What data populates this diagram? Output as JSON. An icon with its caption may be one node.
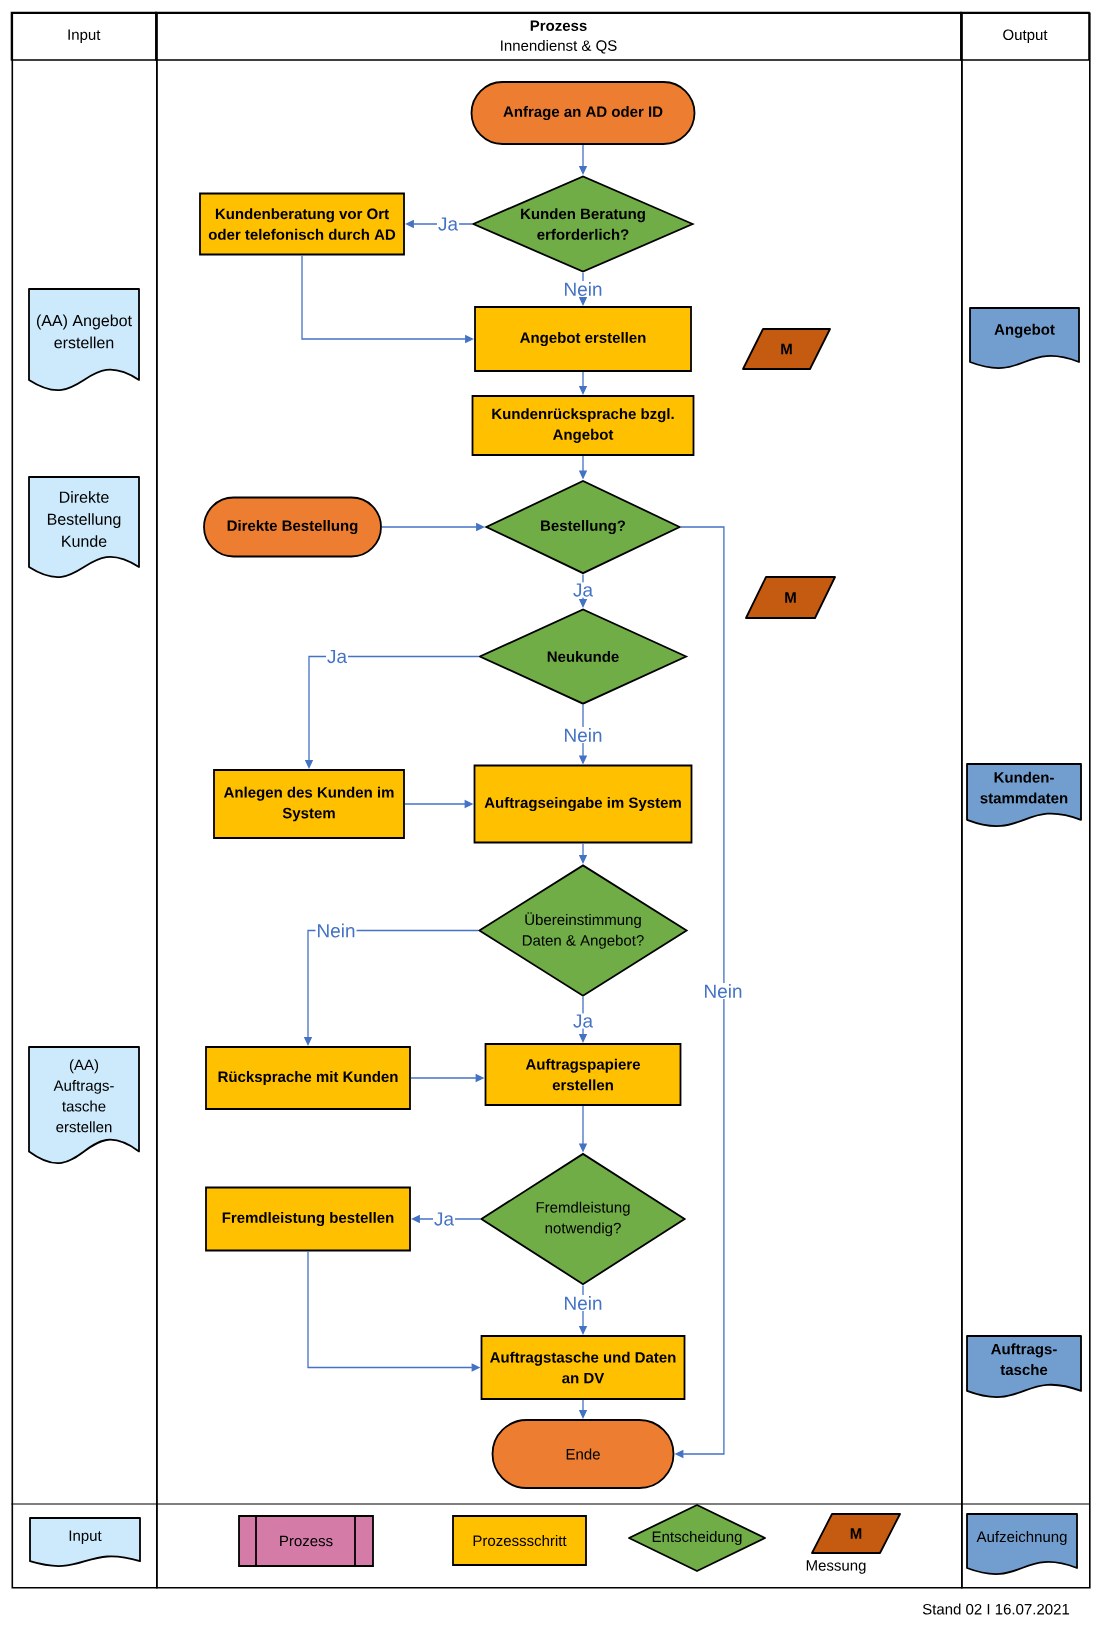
{
  "diagram": {
    "nodes": [
      {
        "text": [
          "Input"
        ]
      },
      {
        "text": [
          "Prozess",
          "Innendienst & QS"
        ]
      },
      {
        "text": [
          "Output"
        ]
      },
      {
        "text": [
          "Anfrage an AD oder ID"
        ],
        "in": 1
      },
      {
        "text": [
          "Kundenberatung vor Ort oder telefonisch durch AD"
        ],
        "in": 1
      },
      {
        "text": [
          "Kunden Beratung erforderlich?"
        ],
        "in": 1
      },
      {
        "text": [
          "(AA) Angebot erstellen"
        ],
        "in": 0
      },
      {
        "text": [
          "Angebot erstellen"
        ],
        "in": 1
      },
      {
        "text": [
          "M"
        ],
        "in": 1
      },
      {
        "text": [
          "Angebot"
        ],
        "in": 2
      },
      {
        "text": [
          "Kundenrücksprache bzgl. Angebot"
        ],
        "in": 1
      },
      {
        "text": [
          "Direkte Bestellung Kunde"
        ],
        "in": 0
      },
      {
        "text": [
          "Direkte Bestellung"
        ],
        "in": 1
      },
      {
        "text": [
          "Bestellung?"
        ],
        "in": 1
      },
      {
        "text": [
          "M"
        ],
        "in": 1
      },
      {
        "text": [
          "Neukunde"
        ],
        "in": 1
      },
      {
        "text": [
          "Anlegen des Kunden im System"
        ],
        "in": 1
      },
      {
        "text": [
          "Auftragseingabe im System"
        ],
        "in": 1
      },
      {
        "text": [
          "Kunden- stammdaten"
        ],
        "in": 2
      },
      {
        "text": [
          "Übereinstimmung Daten & Angebot?"
        ],
        "in": 1
      },
      {
        "text": [
          "(AA) Auftrags- tasche erstellen"
        ],
        "in": 0
      },
      {
        "text": [
          "Rücksprache mit Kunden"
        ],
        "in": 1
      },
      {
        "text": [
          "Auftragspapiere erstellen"
        ],
        "in": 1
      },
      {
        "text": [
          "Fremdleistung bestellen"
        ],
        "in": 1
      },
      {
        "text": [
          "Fremdleistung notwendig?"
        ],
        "in": 1
      },
      {
        "text": [
          "Auftragstasche und Daten an DV"
        ],
        "in": 1
      },
      {
        "text": [
          "Auftrags- tasche"
        ],
        "in": 2
      },
      {
        "text": [
          "Ende"
        ],
        "in": 1
      }
    ],
    "edges": [
      {
        "from": 3,
        "to": 5,
        "arrow": "to"
      },
      {
        "from": 5,
        "to": 4,
        "arrow": "to",
        "label": "Ja"
      },
      {
        "from": 5,
        "to": 7,
        "arrow": "to",
        "label": "Nein"
      },
      {
        "from": 4,
        "to": 7,
        "arrow": "to"
      },
      {
        "from": 7,
        "to": 10,
        "arrow": "to"
      },
      {
        "from": 10,
        "to": 13,
        "arrow": "to"
      },
      {
        "from": 12,
        "to": 13,
        "arrow": "to"
      },
      {
        "from": 13,
        "to": 15,
        "arrow": "to",
        "label": "Ja"
      },
      {
        "from": 13,
        "to": 27,
        "arrow": "to",
        "label": "Nein"
      },
      {
        "from": 15,
        "to": 16,
        "arrow": "to",
        "label": "Ja"
      },
      {
        "from": 15,
        "to": 17,
        "arrow": "to",
        "label": "Nein"
      },
      {
        "from": 16,
        "to": 17,
        "arrow": "to"
      },
      {
        "from": 17,
        "to": 19,
        "arrow": "to"
      },
      {
        "from": 19,
        "to": 21,
        "arrow": "to",
        "label": "Nein"
      },
      {
        "from": 19,
        "to": 22,
        "arrow": "to",
        "label": "Ja"
      },
      {
        "from": 21,
        "to": 22,
        "arrow": "to"
      },
      {
        "from": 22,
        "to": 24,
        "arrow": "to"
      },
      {
        "from": 24,
        "to": 23,
        "arrow": "to",
        "label": "Ja"
      },
      {
        "from": 24,
        "to": 25,
        "arrow": "to",
        "label": "Nein"
      },
      {
        "from": 23,
        "to": 25,
        "arrow": "to"
      },
      {
        "from": 25,
        "to": 27,
        "arrow": "to"
      }
    ],
    "labels": [
      "M",
      "Stand 02 I 16.07.2021"
    ],
    "legend": [
      {
        "text": "Input",
        "color": "#cceafb"
      },
      {
        "text": "Prozess",
        "color": "#d47ca7"
      },
      {
        "text": "Prozessschritt",
        "color": "#ffc000"
      },
      {
        "text": "Entscheidung",
        "color": "#70ad47"
      },
      {
        "text": "Messung",
        "color": "#c55a11"
      },
      {
        "text": "Aufzeichnung",
        "color": "#729ecf"
      }
    ]
  }
}
